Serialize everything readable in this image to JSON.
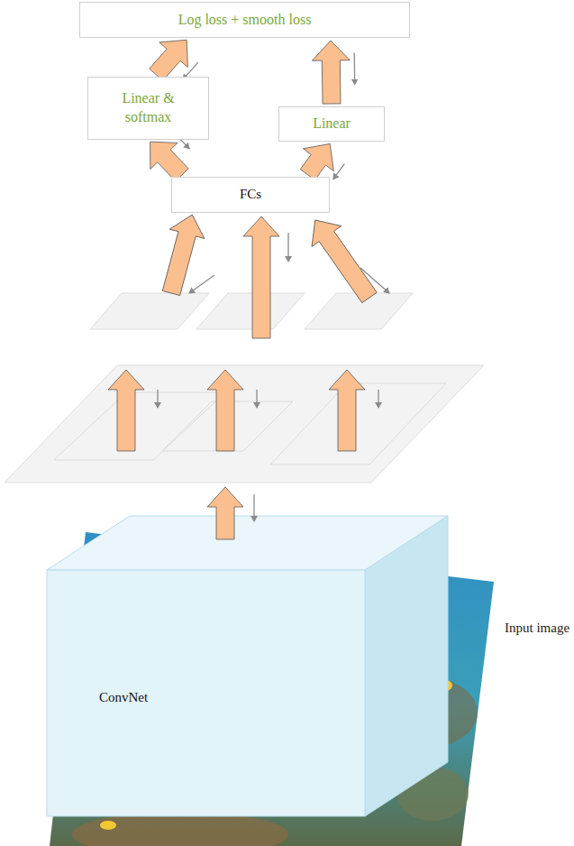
{
  "diagram": {
    "nodes": [
      {
        "text": [
          "Log loss + smooth loss"
        ]
      },
      {
        "text": [
          "Linear & softmax"
        ]
      },
      {
        "text": [
          "Linear"
        ]
      },
      {
        "text": [
          "FCs"
        ]
      },
      {
        "text": [
          "ConvNet"
        ]
      }
    ],
    "edges": [
      {
        "from": 3,
        "to": 1,
        "arrow": "to"
      },
      {
        "from": 3,
        "to": 2,
        "arrow": "to"
      },
      {
        "from": 1,
        "to": 0,
        "arrow": "to"
      },
      {
        "from": 2,
        "to": 0,
        "arrow": "to"
      }
    ],
    "labels": [
      "Input image"
    ]
  }
}
